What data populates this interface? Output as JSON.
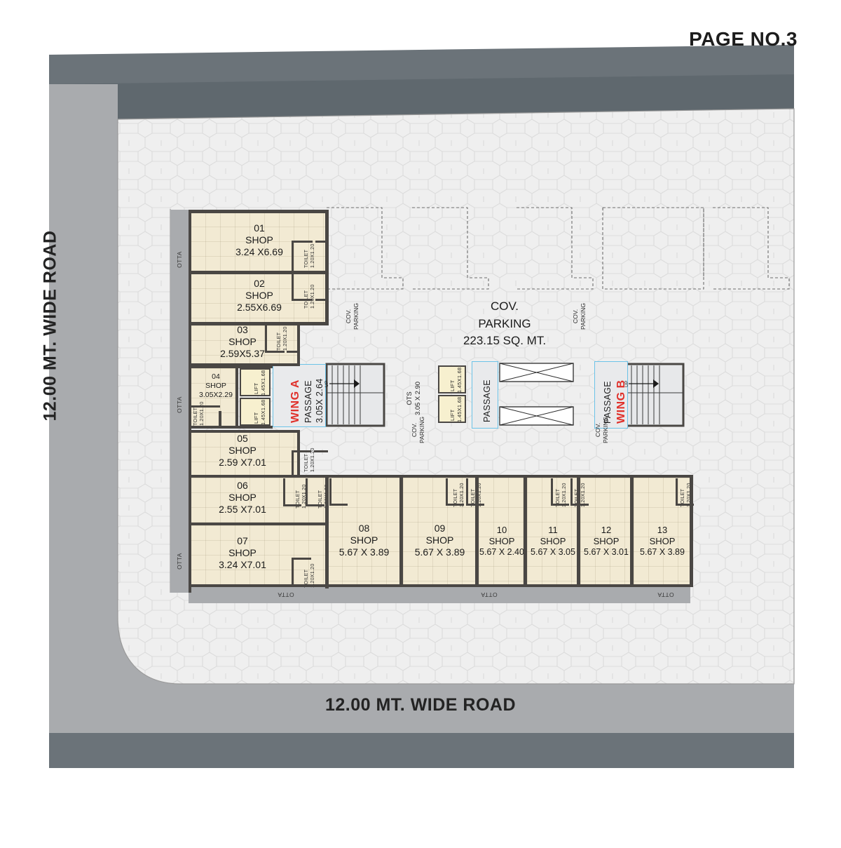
{
  "page": {
    "page_no": "PAGE NO.3"
  },
  "roads": {
    "left_label": "12.00 MT. WIDE ROAD",
    "bottom_label": "12.00 MT. WIDE ROAD"
  },
  "parking": {
    "main_label_line1": "COV.",
    "main_label_line2": "PARKING",
    "main_label_area": "223.15 SQ. MT.",
    "side_labels": [
      "COV.\nPARKING",
      "COV.\nPARKING",
      "COV.\nPARKING",
      "COV.\nPARKING"
    ]
  },
  "ots": {
    "name": "OTS",
    "dim": "3.05 X 2.90"
  },
  "otta_label": "OTTA",
  "toilet": {
    "name": "TOILET",
    "dim": "1.20X1.20"
  },
  "lift": {
    "name": "LIFT",
    "dim": "1.45X1.68"
  },
  "wings": [
    {
      "name": "WING A",
      "passage_name": "PASSAGE",
      "passage_dim": "3.05X 2.64",
      "stair_dir": "UP"
    },
    {
      "name": "WING B",
      "passage_name": "PASSAGE",
      "passage_dim": "",
      "stair_dir": "UP"
    }
  ],
  "passage_center": {
    "name": "PASSAGE"
  },
  "shops": [
    {
      "num": "01",
      "name": "SHOP",
      "dim": "3.24 X6.69"
    },
    {
      "num": "02",
      "name": "SHOP",
      "dim": "2.55X6.69"
    },
    {
      "num": "03",
      "name": "SHOP",
      "dim": "2.59X5.37"
    },
    {
      "num": "04",
      "name": "SHOP",
      "dim": "3.05X2.29"
    },
    {
      "num": "05",
      "name": "SHOP",
      "dim": "2.59 X7.01"
    },
    {
      "num": "06",
      "name": "SHOP",
      "dim": "2.55 X7.01"
    },
    {
      "num": "07",
      "name": "SHOP",
      "dim": "3.24 X7.01"
    },
    {
      "num": "08",
      "name": "SHOP",
      "dim": "5.67 X 3.89"
    },
    {
      "num": "09",
      "name": "SHOP",
      "dim": "5.67 X 3.89"
    },
    {
      "num": "10",
      "name": "SHOP",
      "dim": "5.67 X 2.40"
    },
    {
      "num": "11",
      "name": "SHOP",
      "dim": "5.67 X 3.05"
    },
    {
      "num": "12",
      "name": "SHOP",
      "dim": "5.67 X 3.01"
    },
    {
      "num": "13",
      "name": "SHOP",
      "dim": "5.67 X 3.89"
    }
  ],
  "colors": {
    "road_dark": "#5f686e",
    "road_mid": "#6b7379",
    "road_light": "#a9abae",
    "site_paver": "#efefef",
    "shop_fill": "#f2ead3",
    "wall": "#4a4744",
    "wing_text": "#e0322c",
    "passage_outline": "#6cc3e8",
    "lift_fill": "#f7f0cf"
  }
}
